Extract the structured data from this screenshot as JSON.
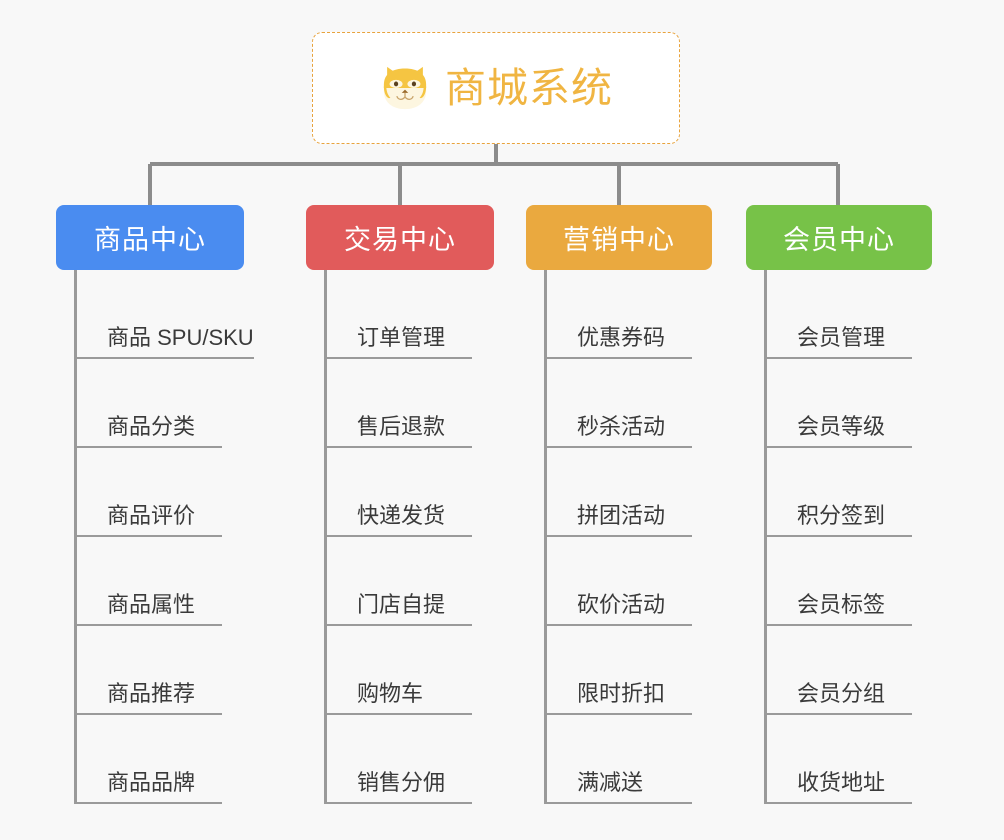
{
  "page": {
    "background_color": "#f8f8f8",
    "type": "mindmap"
  },
  "root": {
    "title": "商城系统",
    "icon": "shiba-dog-face-icon",
    "text_color": "#f0b542",
    "border_color": "#e8a33d",
    "background_color": "#ffffff"
  },
  "connector": {
    "color": "#8c8c8c"
  },
  "branches": [
    {
      "label": "商品中心",
      "color": "#4a8cf0",
      "items": [
        "商品 SPU/SKU",
        "商品分类",
        "商品评价",
        "商品属性",
        "商品推荐",
        "商品品牌"
      ]
    },
    {
      "label": "交易中心",
      "color": "#e15b5b",
      "items": [
        "订单管理",
        "售后退款",
        "快递发货",
        "门店自提",
        "购物车",
        "销售分佣"
      ]
    },
    {
      "label": "营销中心",
      "color": "#eaa93f",
      "items": [
        "优惠券码",
        "秒杀活动",
        "拼团活动",
        "砍价活动",
        "限时折扣",
        "满减送"
      ]
    },
    {
      "label": "会员中心",
      "color": "#77c248",
      "items": [
        "会员管理",
        "会员等级",
        "积分签到",
        "会员标签",
        "会员分组",
        "收货地址"
      ]
    }
  ]
}
